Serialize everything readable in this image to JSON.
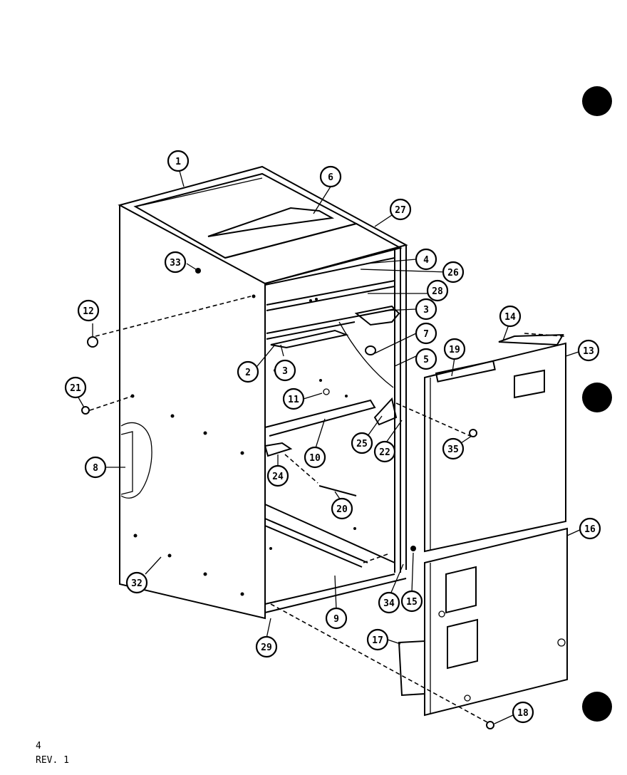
{
  "callouts": [
    {
      "label": "1"
    },
    {
      "label": "6"
    },
    {
      "label": "27"
    },
    {
      "label": "33"
    },
    {
      "label": "4"
    },
    {
      "label": "26"
    },
    {
      "label": "28"
    },
    {
      "label": "3"
    },
    {
      "label": "12"
    },
    {
      "label": "7"
    },
    {
      "label": "5"
    },
    {
      "label": "2"
    },
    {
      "label": "3"
    },
    {
      "label": "14"
    },
    {
      "label": "19"
    },
    {
      "label": "13"
    },
    {
      "label": "21"
    },
    {
      "label": "11"
    },
    {
      "label": "25"
    },
    {
      "label": "22"
    },
    {
      "label": "35"
    },
    {
      "label": "8"
    },
    {
      "label": "10"
    },
    {
      "label": "24"
    },
    {
      "label": "20"
    },
    {
      "label": "16"
    },
    {
      "label": "32"
    },
    {
      "label": "15"
    },
    {
      "label": "34"
    },
    {
      "label": "9"
    },
    {
      "label": "17"
    },
    {
      "label": "29"
    },
    {
      "label": "18"
    }
  ],
  "footer": {
    "page": "4",
    "revision": "REV. 1"
  }
}
